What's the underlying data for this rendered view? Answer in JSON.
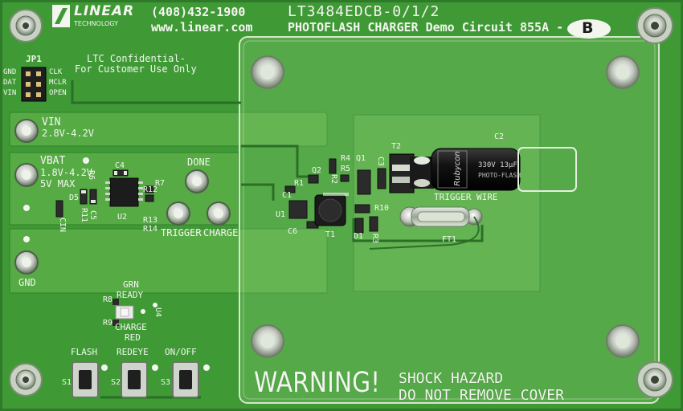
{
  "header": {
    "logo_text": "LINEAR",
    "logo_sub": "TECHNOLOGY",
    "phone": "(408)432-1900",
    "website": "www.linear.com",
    "part_number": "LT3484EDCB-0/1/2",
    "subtitle": "PHOTOFLASH CHARGER Demo Circuit 855A -",
    "revision": "B"
  },
  "confidential": {
    "line1": "LTC Confidential-",
    "line2": "For Customer Use Only"
  },
  "jumper": {
    "name": "JP1",
    "left_labels": [
      "GND",
      "DAT",
      "VIN"
    ],
    "right_labels": [
      "CLK",
      "MCLR",
      "OPEN"
    ]
  },
  "terminals": {
    "vin_label": "VIN",
    "vin_range": "2.8V-4.2V",
    "vbat_label": "VBAT",
    "vbat_range": "1.8V-4.2V",
    "vbat_max": "5V MAX",
    "gnd_label": "GND",
    "done_label": "DONE",
    "trigger_label": "TRIGGER",
    "charge_label": "CHARGE"
  },
  "refdes": {
    "c4": "C4",
    "r6": "R6",
    "c5": "C5",
    "r11": "R11",
    "d5": "D5",
    "u2": "U2",
    "r7": "R7",
    "r12": "R12",
    "r13": "R13",
    "r14": "R14",
    "cin": "CIN",
    "r4": "R4",
    "r5": "R5",
    "q1": "Q1",
    "q2": "Q2",
    "r1": "R1",
    "r2": "R2",
    "c1": "C1",
    "u1": "U1",
    "c6": "C6",
    "t1": "T1",
    "t2": "T2",
    "c3": "C3",
    "c2": "C2",
    "r10": "R10",
    "d1": "D1",
    "r3": "R3",
    "ft1": "FT1",
    "r8": "R8",
    "r9": "R9",
    "u4": "U4",
    "s1": "S1",
    "s2": "S2",
    "s3": "S3"
  },
  "leds": {
    "green": "GRN",
    "ready": "READY",
    "charge": "CHARGE",
    "red": "RED"
  },
  "switches": {
    "flash": "FLASH",
    "redeye": "REDEYE",
    "onoff": "ON/OFF"
  },
  "capacitor": {
    "brand": "Rubycon",
    "rating": "330V 13μF",
    "type": "PHOTO-FLASH"
  },
  "trigger_wire": "TRIGGER WIRE",
  "warning": {
    "big": "WARNING!",
    "line1": "SHOCK HAZARD",
    "line2": "DO NOT REMOVE COVER"
  },
  "colors": {
    "pcb": "#3f9a36",
    "pcb_dark": "#2f7f2a",
    "copper_pour": "#5cb04a",
    "silkscreen": "#f2f6ee",
    "cover_edge": "#c9d9c0"
  }
}
